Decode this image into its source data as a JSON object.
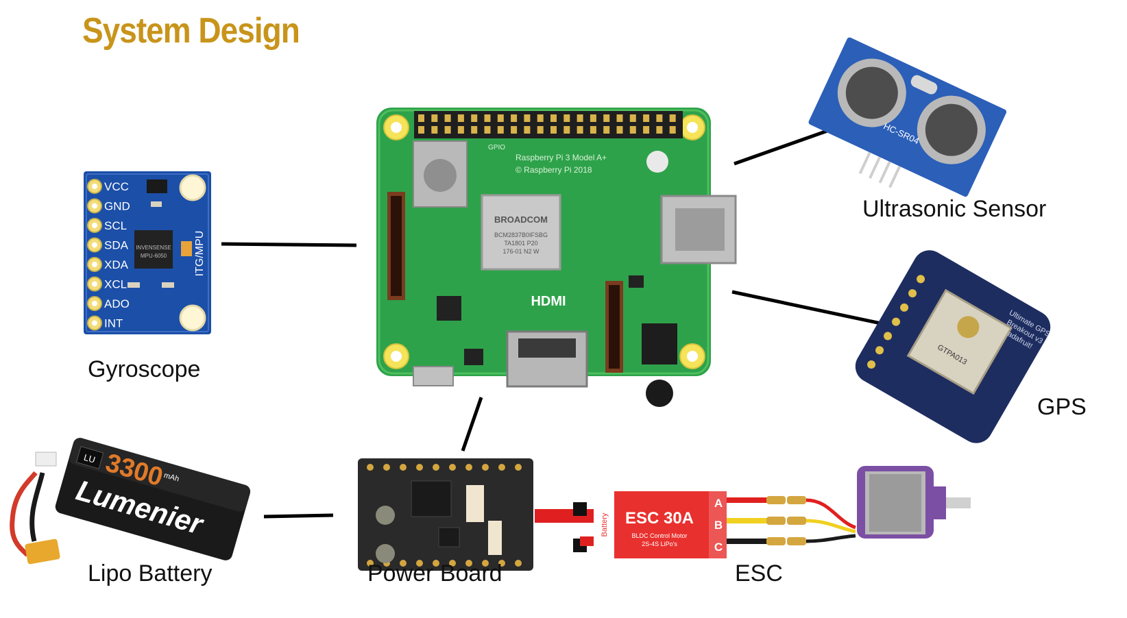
{
  "title": "System Design",
  "labels": {
    "gyroscope": "Gyroscope",
    "ultrasonic": "Ultrasonic Sensor",
    "gps": "GPS",
    "battery": "Lipo Battery",
    "power_board": "Power Board",
    "esc": "ESC"
  },
  "gyro_pins": [
    "VCC",
    "GND",
    "SCL",
    "SDA",
    "XDA",
    "XCL",
    "ADO",
    "INT"
  ],
  "gyro_model": "ITG/MPU",
  "pi_text": {
    "model": "Raspberry Pi 3 Model A+",
    "copyright": "© Raspberry Pi 2018",
    "chip_brand": "BROADCOM",
    "chip_line1": "BCM2837B0IFSBG",
    "chip_line2": "TA1801 P20",
    "chip_line3": "176-01 N2 W",
    "hdmi": "HDMI",
    "gpio": "GPIO"
  },
  "ultrasonic_model": "HC-SR04",
  "gps_text": [
    "Ultimate GPS",
    "Breakout v3",
    "adafruit!",
    "GTPA013"
  ],
  "battery_text": {
    "capacity": "3300",
    "unit": "mAh",
    "brand": "Lumenier",
    "badge": "LU"
  },
  "esc_text": {
    "model": "ESC 30A",
    "sub1": "BLDC Control Motor",
    "sub2": "2S-4S LiPo's",
    "phases": [
      "A",
      "B",
      "C"
    ],
    "battery": "Battery"
  },
  "colors": {
    "title": "#c8941a",
    "pcb": "#2ea24a",
    "gyro_board": "#1b4fa8",
    "esc_red": "#e8312f",
    "motor": "#7b4fa3"
  }
}
